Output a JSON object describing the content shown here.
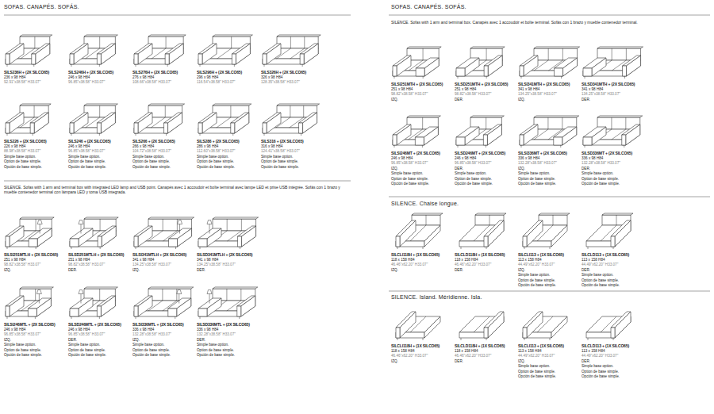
{
  "diagram": {
    "labels": [
      "SOFAS. CANAPÉS. SOFÁS.",
      "SILS236H + (2X SILCO65)",
      "236 x 98 H84",
      "92.91\"x38.58\" H33.07\"",
      "SILS246H + (2X SILCO65)",
      "246 x 98 H84",
      "96.85\"x38.58\" H33.07\"",
      "SILS276H + (2X SILCO65)",
      "276 x 98 H84",
      "108.66\"x38.58\" H33.07\"",
      "SILS296H + (2X SILCO65)",
      "296 x 98 H84",
      "116.54\"x38.58\" H33.07\"",
      "SILS326H + (2X SILCO65)",
      "326 x 98 H84",
      "128.35\"x38.58\" H33.07\"",
      "SILS226 + (2X SILCO65)",
      "226 x 98 H84",
      "88.98\"x38.58\" H33.07\"",
      "Simple base option.",
      "Option de base simple.",
      "Opción de base simple.",
      "SILS246 + (2X SILCO65)",
      "246 x 98 H84",
      "96.85\"x38.58\" H33.07\"",
      "Simple base option.",
      "Option de base simple.",
      "Opción de base simple.",
      "SILS266 + (2X SILCO65)",
      "266 x 98 H84",
      "104.72\"x38.58\" H33.07\"",
      "Simple base option.",
      "Option de base simple.",
      "Opción de base simple.",
      "SILS286 + (2X SILCO65)",
      "286 x 98 H84",
      "112.60\"x38.58\" H33.07\"",
      "Simple base option.",
      "Option de base simple.",
      "Opción de base simple.",
      "SILS316 + (2X SILCO65)",
      "316 x 98 H84",
      "124.41\"x38.58\" H33.07\"",
      "Simple base option.",
      "Option de base simple.",
      "Opción de base simple.",
      "SILENCE. Sofas with 1 arm and terminal box with integrated LED lamp and USB point. Canapés avec 1 accoudoir et boîte terminal avec lampe LED et prise USB intégrée. Sofás con 1 brazo y mueble contenedor terminal con lámpara LED y toma USB integrada.",
      "SILSI251MTLH + (2X SILCO65)",
      "251 x 98 H84",
      "98.82\"x38.58\" H33.07\"",
      "IZQ.",
      "SILSD251MTLH + (2X SILCO65)",
      "251 x 98 H84",
      "98.82\"x38.58\" H33.07\"",
      "DER.",
      "SILSI341MTLH + (2X SILCO65)",
      "341 x 98 H84",
      "134.25\"x38.58\" H33.07\"",
      "IZQ.",
      "SILSD341MTLH + (2X SILCO65)",
      "341 x 98 H84",
      "134.25\"x38.58\" H33.07\"",
      "DER.",
      "SILSI246MTL + (2X SILCO65)",
      "246 x 98 H84",
      "96.85\"x38.58\" H33.07\"",
      "IZQ.",
      "Simple base option.",
      "Option de base simple.",
      "Opción de base simple.",
      "SILSD246MTL + (2X SILCO65)",
      "246 x 98 H84",
      "96.85\"x38.58\" H33.07\"",
      "DER.",
      "Simple base option.",
      "Option de base simple.",
      "Opción de base simple.",
      "SILSI336MTL + (2X SILCO65)",
      "336 x 98 H84",
      "132.28\"x38.58\" H33.07\"",
      "IZQ.",
      "Simple base option.",
      "Option de base simple.",
      "Opción de base simple.",
      "SILSD336MTL + (2X SILCO65)",
      "336 x 98 H84",
      "132.28\"x38.58\" H33.07\"",
      "DER.",
      "Simple base option.",
      "Option de base simple.",
      "Opción de base simple.",
      "SOFAS. CANAPÉS. SOFÁS.",
      "SILENCE. Sofas with 1 arm and terminal box. Canapés avec 1 accoudoir et boîte terminal. Sofás con 1 brazo y mueble contenedor terminal.",
      "SILSI251MTH + (2X SILCO65)",
      "251 x 98 H84",
      "98.82\"x38.58\" H33.07\"",
      "IZQ.",
      "SILSD251MTH + (2X SILCO65)",
      "251 x 98 H84",
      "98.82\"x38.58\" H33.07\"",
      "DER.",
      "SILSI341MTH + (2X SILCO65)",
      "341 x 98 H84",
      "134.25\"x38.58\" H33.07\"",
      "IZQ.",
      "SILSD341MTH + (2X SILCO65)",
      "341 x 98 H84",
      "134.25\"x38.58\" H33.07\"",
      "DER.",
      "SILSI246MT + (2X SILCO65)",
      "246 x 98 H84",
      "96.85\"x38.58\" H33.07\"",
      "IZQ.",
      "Simple base option.",
      "Option de base simple.",
      "Opción de base simple.",
      "SILSD246MT + (2X SILCO65)",
      "246 x 98 H84",
      "96.85\"x38.58\" H33.07\"",
      "DER.",
      "Simple base option.",
      "Option de base simple.",
      "Opción de base simple.",
      "SILSI336MT + (2X SILCO65)",
      "336 x 98 H84",
      "132.28\"x38.58\" H33.07\"",
      "IZQ.",
      "Simple base option.",
      "Option de base simple.",
      "Opción de base simple.",
      "SILSD336MT + (2X SILCO65)",
      "336 x 98 H84",
      "132.28\"x38.58\" H33.07\"",
      "DER.",
      "Simple base option.",
      "Option de base simple.",
      "Opción de base simple.",
      "SILENCE. Chaise longue.",
      "SILCLI118H + (1X SILCO65)",
      "118 x 158 H84",
      "46.46\"x62.20\" H33.07\"",
      "IZQ.",
      "SILCLD118H + (1X SILCO65)",
      "118 x 158 H84",
      "46.46\"x62.20\" H33.07\"",
      "DER.",
      "SILCLI113 + (1X SILCO65)",
      "113 x 158 H84",
      "44.49\"x62.20\" H33.07\"",
      "IZQ.",
      "Simple base option.",
      "Option de base simple.",
      "Opción de base simple.",
      "SILCLD113 + (1X SILCO65)",
      "113 x 158 H84",
      "44.49\"x62.20\" H33.07\"",
      "DER.",
      "Simple base option.",
      "Option de base simple.",
      "Opción de base simple.",
      "SILENCE. Island. Méridienne. Isla.",
      "SILCLI118H + (1X SILCO65)",
      "118 x 158 H84",
      "46.46\"x62.20\" H33.07\"",
      "IZQ.",
      "SILCLD118H + (1X SILCO65)",
      "118 x 158 H84",
      "46.46\"x62.20\" H33.07\"",
      "DER.",
      "SILCLI113 + (1X SILCO65)",
      "113 x 158 H84",
      "44.49\"x62.20\" H33.07\"",
      "IZQ.",
      "Simple base option.",
      "Option de base simple.",
      "Opción de base simple.",
      "SILCLD113 + (1X SILCO65)",
      "113 x 158 H84",
      "44.49\"x62.20\" H33.07\"",
      "DER.",
      "Simple base option.",
      "Option de base simple.",
      "Opción de base simple."
    ]
  }
}
